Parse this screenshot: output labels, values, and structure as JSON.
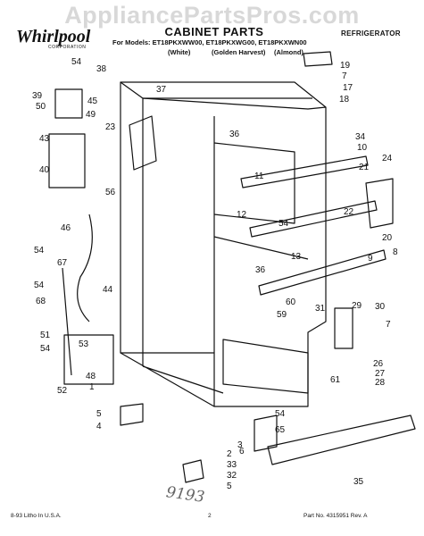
{
  "watermark": "AppliancePartsPros.com",
  "brand": "Whirlpool",
  "brand_sub": "CORPORATION",
  "title": "CABINET PARTS",
  "models_line": "For Models: ET18PKXWW00, ET18PKXWG00, ET18PKXWN00",
  "colors": [
    "(White)",
    "(Golden Harvest)",
    "(Almond)"
  ],
  "category": "REFRIGERATOR",
  "footer": {
    "left": "8-93 Litho In U.S.A.",
    "center": "2",
    "right": "Part No. 4315951 Rev. A"
  },
  "handwriting": "9193",
  "callouts": [
    "54",
    "38",
    "37",
    "39",
    "50",
    "45",
    "49",
    "23",
    "43",
    "40",
    "56",
    "46",
    "54",
    "67",
    "54",
    "68",
    "44",
    "51",
    "54",
    "53",
    "52",
    "48",
    "1",
    "5",
    "4",
    "19",
    "7",
    "17",
    "18",
    "36",
    "34",
    "10",
    "21",
    "24",
    "11",
    "22",
    "12",
    "54",
    "20",
    "8",
    "13",
    "9",
    "36",
    "60",
    "59",
    "31",
    "29",
    "30",
    "7",
    "26",
    "27",
    "28",
    "61",
    "3",
    "54",
    "65",
    "2",
    "33",
    "32",
    "5",
    "35",
    "6"
  ]
}
